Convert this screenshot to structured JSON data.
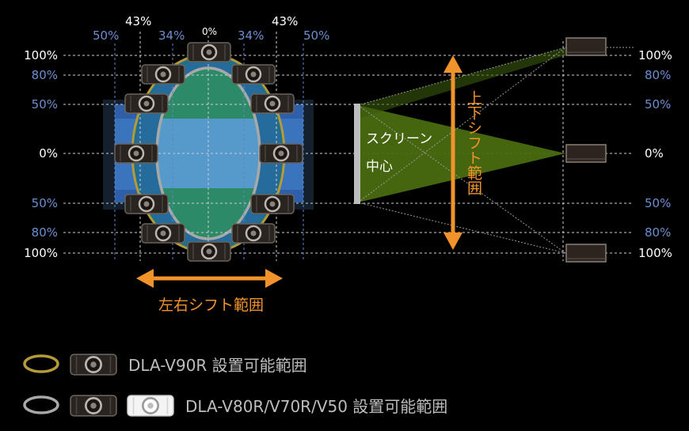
{
  "colors": {
    "background": "#000000",
    "grid_line": "#d0d0d0",
    "blue_text": "#6b8fd0",
    "white_text": "#ffffff",
    "orange": "#f0932b",
    "gold": "#b59a3a",
    "gray_ring": "#a8a8a8",
    "teal": "#1f6e8a",
    "green_fill": "#1f8a56",
    "blue_fill": "#2f5fa8",
    "light_blue": "#5b9bd8",
    "beam": "#4a6a10"
  },
  "top_labels": {
    "outer_left": "50%",
    "mid_left": "43%",
    "inner_left": "34%",
    "center": "0%",
    "inner_right": "34%",
    "mid_right": "43%",
    "outer_right": "50%"
  },
  "left_labels": [
    "100%",
    "80%",
    "50%",
    "0%",
    "50%",
    "80%",
    "100%"
  ],
  "right_labels": [
    "100%",
    "80%",
    "50%",
    "0%",
    "50%",
    "80%",
    "100%"
  ],
  "screen_label": [
    "スクリーン",
    "中心"
  ],
  "vertical_shift_label": "上下シフト範囲",
  "horizontal_shift_label": "左右シフト範囲",
  "legend": [
    {
      "ring": "gold",
      "text": "DLA-V90R 設置可能範囲",
      "icons": [
        "projector-dark"
      ]
    },
    {
      "ring": "gray",
      "text": "DLA-V80R/V70R/V50 設置可能範囲",
      "icons": [
        "projector-dark",
        "projector-white"
      ]
    }
  ]
}
